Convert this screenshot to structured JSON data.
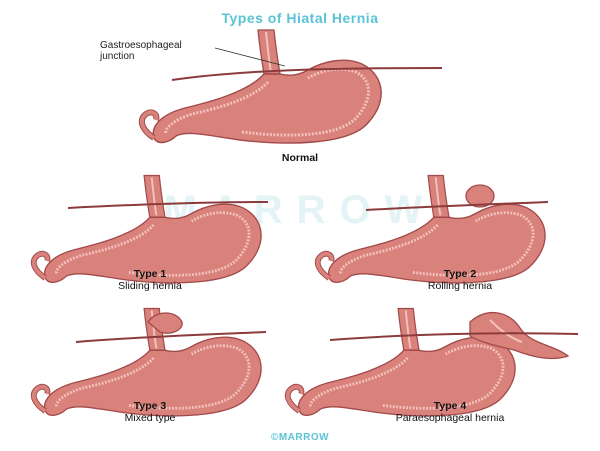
{
  "title": "Types of Hiatal Hernia",
  "callout": {
    "line1": "Gastroesophageal",
    "line2": "junction"
  },
  "panels": {
    "normal": {
      "name": "Normal"
    },
    "type1": {
      "name": "Type 1",
      "desc": "Sliding hernia"
    },
    "type2": {
      "name": "Type 2",
      "desc": "Rolling hernia"
    },
    "type3": {
      "name": "Type 3",
      "desc": "Mixed type"
    },
    "type4": {
      "name": "Type 4",
      "desc": "Paraesophageal hernia"
    }
  },
  "watermark": "MARROW",
  "footer": "©MARROW",
  "colors": {
    "title": "#5bc3d6",
    "stomach_fill": "#d9827c",
    "stomach_outline": "#a24a4a",
    "diaphragm": "#8b3b3b",
    "mucosa": "#f3c2bc"
  }
}
